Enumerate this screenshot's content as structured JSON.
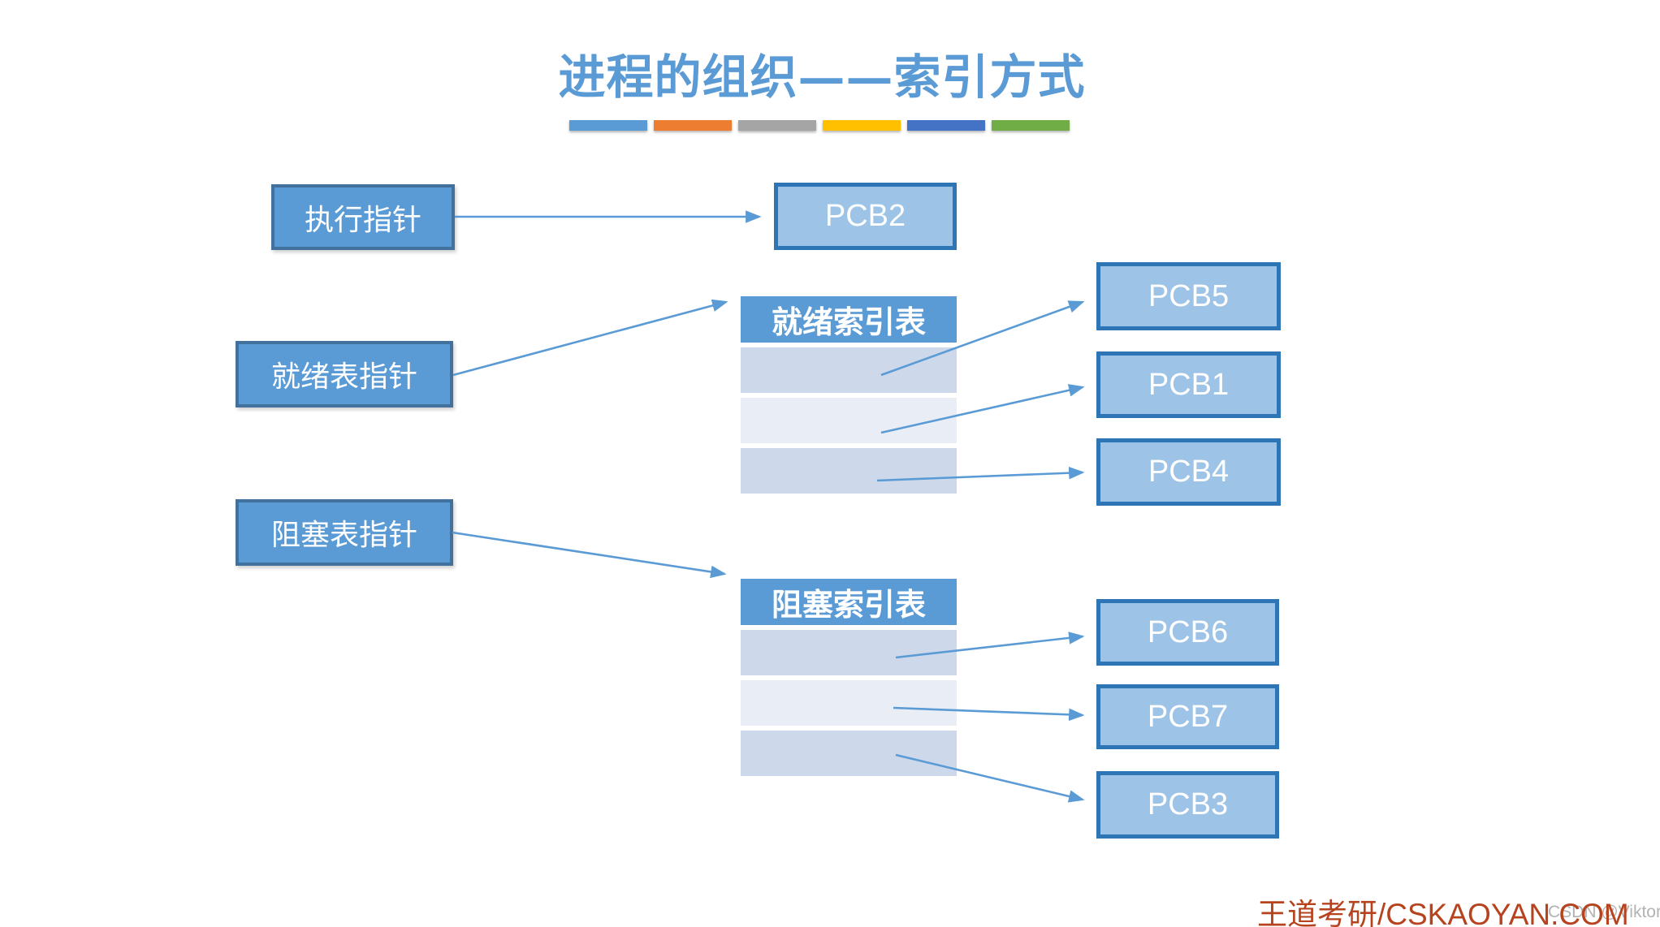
{
  "title": "进程的组织——索引方式",
  "accent_bars": [
    {
      "name": "bar-blue",
      "color": "#5B9BD5"
    },
    {
      "name": "bar-orange",
      "color": "#ED7D31"
    },
    {
      "name": "bar-gray",
      "color": "#A5A5A5"
    },
    {
      "name": "bar-yellow",
      "color": "#FFC000"
    },
    {
      "name": "bar-dark-blue",
      "color": "#4472C4"
    },
    {
      "name": "bar-green",
      "color": "#70AD47"
    }
  ],
  "pointers": {
    "exec_label": "执行指针",
    "ready_label": "就绪表指针",
    "blocked_label": "阻塞表指针"
  },
  "ready_table": {
    "header": "就绪索引表",
    "rows": [
      "",
      "",
      ""
    ]
  },
  "blocked_table": {
    "header": "阻塞索引表",
    "rows": [
      "",
      "",
      ""
    ]
  },
  "pcb": {
    "exec_target": "PCB2",
    "ready_targets": [
      "PCB5",
      "PCB1",
      "PCB4"
    ],
    "blocked_targets": [
      "PCB6",
      "PCB7",
      "PCB3"
    ]
  },
  "footer": {
    "brand": "王道考研/CSKAOYAN.COM",
    "watermark": "CSDN @Viktoriae"
  },
  "colors": {
    "title": "#5B9BD5",
    "pointer_fill": "#5B9BD5",
    "pointer_border": "#41719C",
    "pcb_fill": "#9DC3E6",
    "pcb_border": "#2E75B6",
    "table_header_fill": "#5B9BD5",
    "row_dark": "#CDD9EB",
    "row_light": "#E9EEF6",
    "arrow": "#5B9BD5",
    "brand_text": "#B6431E",
    "watermark_text": "#B3B3B3"
  }
}
